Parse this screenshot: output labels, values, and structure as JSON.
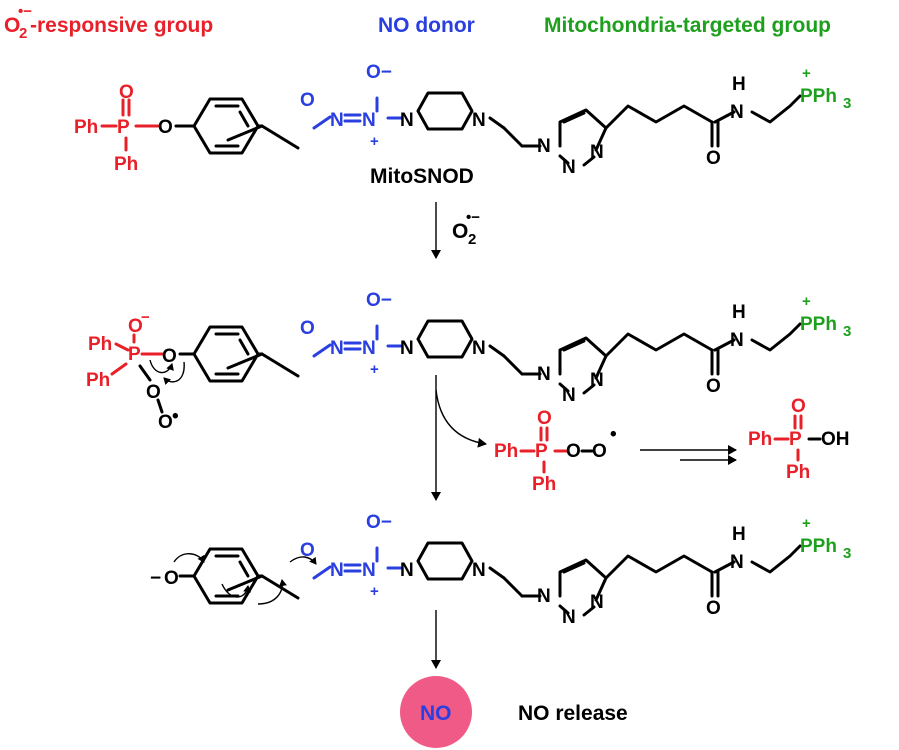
{
  "colors": {
    "red": "#e8202a",
    "blue": "#2a3fe0",
    "green": "#1ea01e",
    "black": "#000000",
    "no_circle": "#ef5b86"
  },
  "headers": {
    "o2_responsive": {
      "main": "O",
      "sub": "2",
      "sup": "•−",
      "rest": "-responsive group"
    },
    "no_donor": "NO donor",
    "mito_targeted": "Mitochondria-targeted group"
  },
  "compound_name": "MitoSNOD",
  "reagent": {
    "main": "O",
    "sub": "2",
    "sup": "•−"
  },
  "atoms": {
    "ph": "Ph",
    "p": "P",
    "o": "O",
    "o_minus": "O−",
    "n": "N",
    "n_plus": "N",
    "plus": "+",
    "h": "H",
    "pph3": "PPh",
    "pph3_sub": "3",
    "radical_dot": "•",
    "oh": "OH",
    "minus": "−"
  },
  "no_badge": "NO",
  "no_release_label": "NO release",
  "side_products": {
    "peroxy_radical": "Ph-P(O)(Ph)-O-O•",
    "phosphinic_acid": "Ph-P(O)(Ph)-OH"
  }
}
